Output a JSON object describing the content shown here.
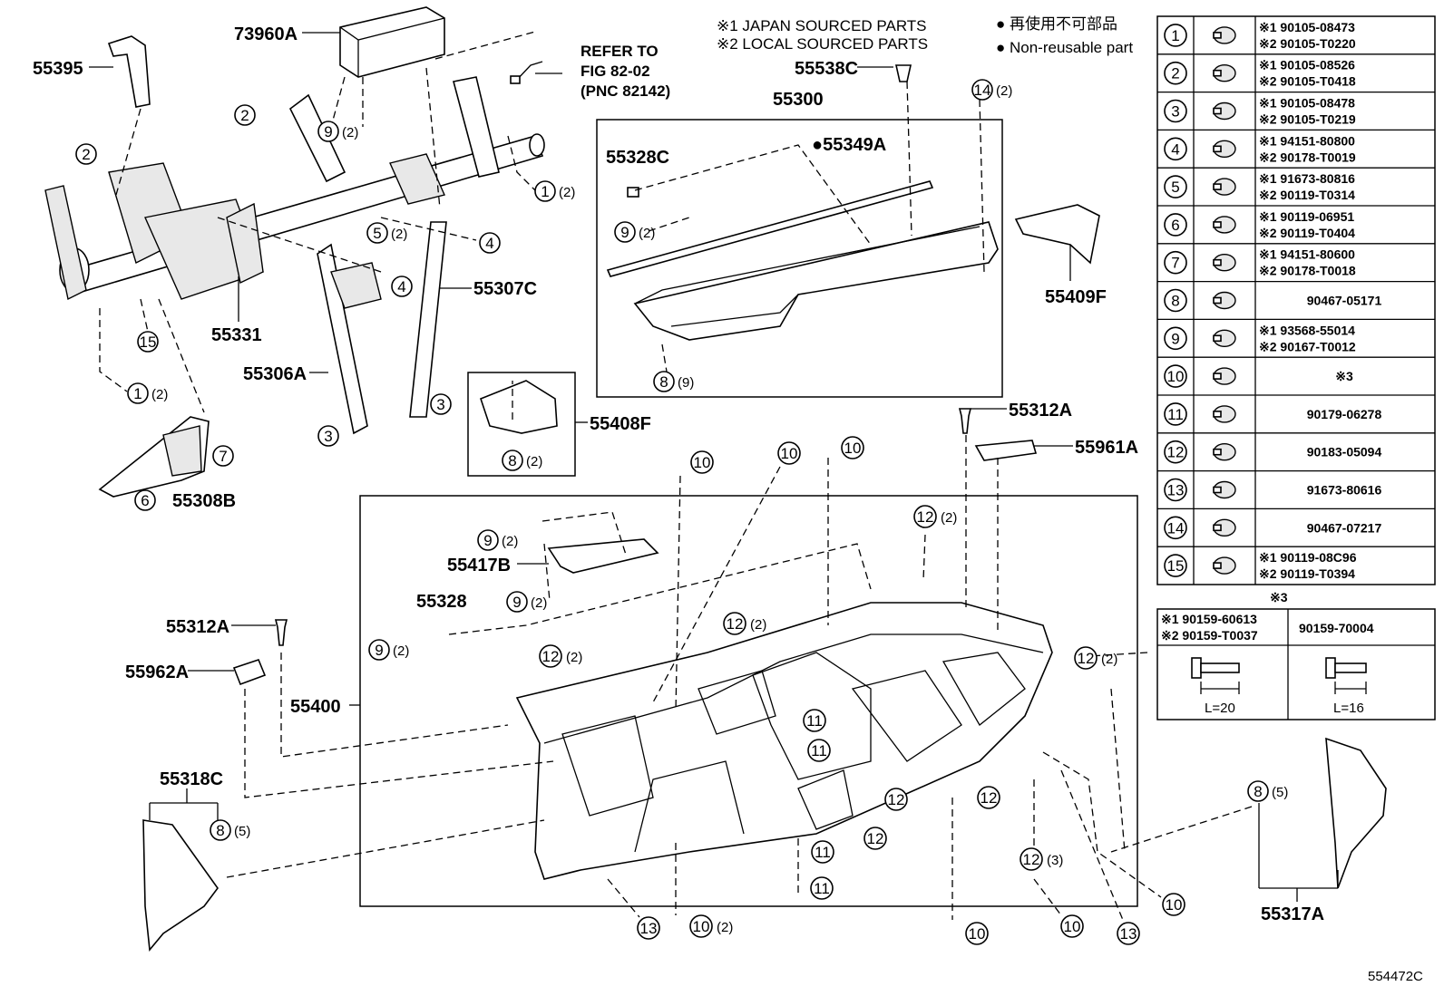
{
  "notes": {
    "japan": "※1 JAPAN SOURCED PARTS",
    "local": "※2 LOCAL SOURCED PARTS",
    "nonreusable_jp": "● 再使用不可部品",
    "nonreusable_en": "● Non-reusable part",
    "refer_line1": "REFER TO",
    "refer_line2": "FIG 82-02",
    "refer_line3": "(PNC 82142)",
    "fig_id": "554472C"
  },
  "part_labels": {
    "p73960A": "73960A",
    "p55395": "55395",
    "p55538C": "55538C",
    "p55300": "55300",
    "p55328C": "55328C",
    "p55349A": "●55349A",
    "p55409F": "55409F",
    "p55307C": "55307C",
    "p55331": "55331",
    "p55306A": "55306A",
    "p55408F": "55408F",
    "p55308B": "55308B",
    "p55312A_a": "55312A",
    "p55961A": "55961A",
    "p55417B": "55417B",
    "p55328": "55328",
    "p55312A_b": "55312A",
    "p55962A": "55962A",
    "p55400": "55400",
    "p55318C": "55318C",
    "p55317A": "55317A"
  },
  "callouts": {
    "c1": "1",
    "c2": "2",
    "c3": "3",
    "c4": "4",
    "c5": "5",
    "c6": "6",
    "c7": "7",
    "c8": "8",
    "c9": "9",
    "c10": "10",
    "c11": "11",
    "c12": "12",
    "c13": "13",
    "c14": "14",
    "c15": "15",
    "q2": "(2)",
    "q3": "(3)",
    "q5": "(5)",
    "q9": "(9)"
  },
  "fastener_table": [
    {
      "no": "1",
      "line1": "※1 90105-08473",
      "line2": "※2 90105-T0220"
    },
    {
      "no": "2",
      "line1": "※1 90105-08526",
      "line2": "※2 90105-T0418"
    },
    {
      "no": "3",
      "line1": "※1 90105-08478",
      "line2": "※2 90105-T0219"
    },
    {
      "no": "4",
      "line1": "※1 94151-80800",
      "line2": "※2 90178-T0019"
    },
    {
      "no": "5",
      "line1": "※1 91673-80816",
      "line2": "※2 90119-T0314"
    },
    {
      "no": "6",
      "line1": "※1 90119-06951",
      "line2": "※2 90119-T0404"
    },
    {
      "no": "7",
      "line1": "※1 94151-80600",
      "line2": "※2 90178-T0018"
    },
    {
      "no": "8",
      "line1": "90467-05171",
      "line2": ""
    },
    {
      "no": "9",
      "line1": "※1 93568-55014",
      "line2": "※2 90167-T0012"
    },
    {
      "no": "10",
      "line1": "※3",
      "line2": ""
    },
    {
      "no": "11",
      "line1": "90179-06278",
      "line2": ""
    },
    {
      "no": "12",
      "line1": "90183-05094",
      "line2": ""
    },
    {
      "no": "13",
      "line1": "91673-80616",
      "line2": ""
    },
    {
      "no": "14",
      "line1": "90467-07217",
      "line2": ""
    },
    {
      "no": "15",
      "line1": "※1 90119-08C96",
      "line2": "※2 90119-T0394"
    }
  ],
  "note3_table": {
    "heading": "※3",
    "left_line1": "※1 90159-60613",
    "left_line2": "※2 90159-T0037",
    "right": "90159-70004",
    "left_len": "L=20",
    "right_len": "L=16"
  }
}
